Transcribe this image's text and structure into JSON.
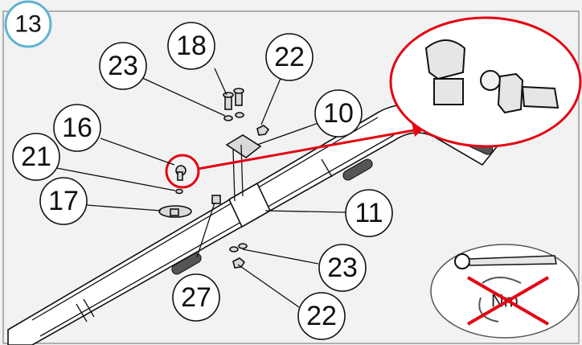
{
  "step_number": "13",
  "callouts": [
    {
      "id": "18",
      "label": "18"
    },
    {
      "id": "23-top",
      "label": "23"
    },
    {
      "id": "22-top",
      "label": "22"
    },
    {
      "id": "16",
      "label": "16"
    },
    {
      "id": "10",
      "label": "10"
    },
    {
      "id": "21",
      "label": "21"
    },
    {
      "id": "17",
      "label": "17"
    },
    {
      "id": "11",
      "label": "11"
    },
    {
      "id": "27",
      "label": "27"
    },
    {
      "id": "23-bottom",
      "label": "23"
    },
    {
      "id": "22-bottom",
      "label": "22"
    }
  ],
  "torque_warning": {
    "unit_label": "Nm",
    "icon": "torque-wrench-prohibited-icon"
  },
  "detail_zoom": {
    "icon": "ball-joint-detail-icon"
  },
  "colors": {
    "highlight": "#e30613",
    "step_circle_border": "#5fb4d3",
    "background": "#f2f2f2"
  }
}
